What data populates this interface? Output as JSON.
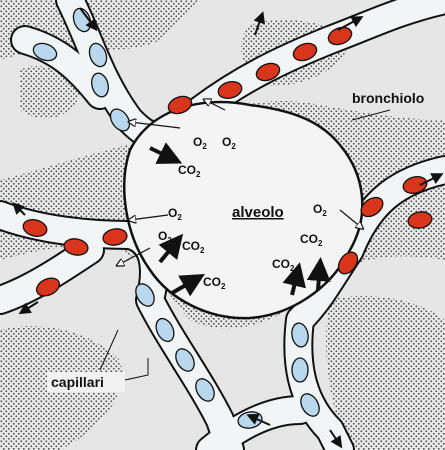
{
  "labels": {
    "alveolo": "alveolo",
    "bronchiolo": "bronchiolo",
    "capillari": "capillari"
  },
  "gases": {
    "oxygen": "O",
    "oxygen_sub": "2",
    "carbon_dioxide": "CO",
    "carbon_dioxide_sub": "2"
  },
  "colors": {
    "tissue_bg": "#e6e6e6",
    "tissue_dots": "#5a5a5a",
    "vessel_fill": "#f2f5f5",
    "red_cell": "#d9341c",
    "blue_cell": "#b9d8ee",
    "alveolus_fill": "#f4f4f4",
    "frame_green": "#7dbf7b"
  }
}
